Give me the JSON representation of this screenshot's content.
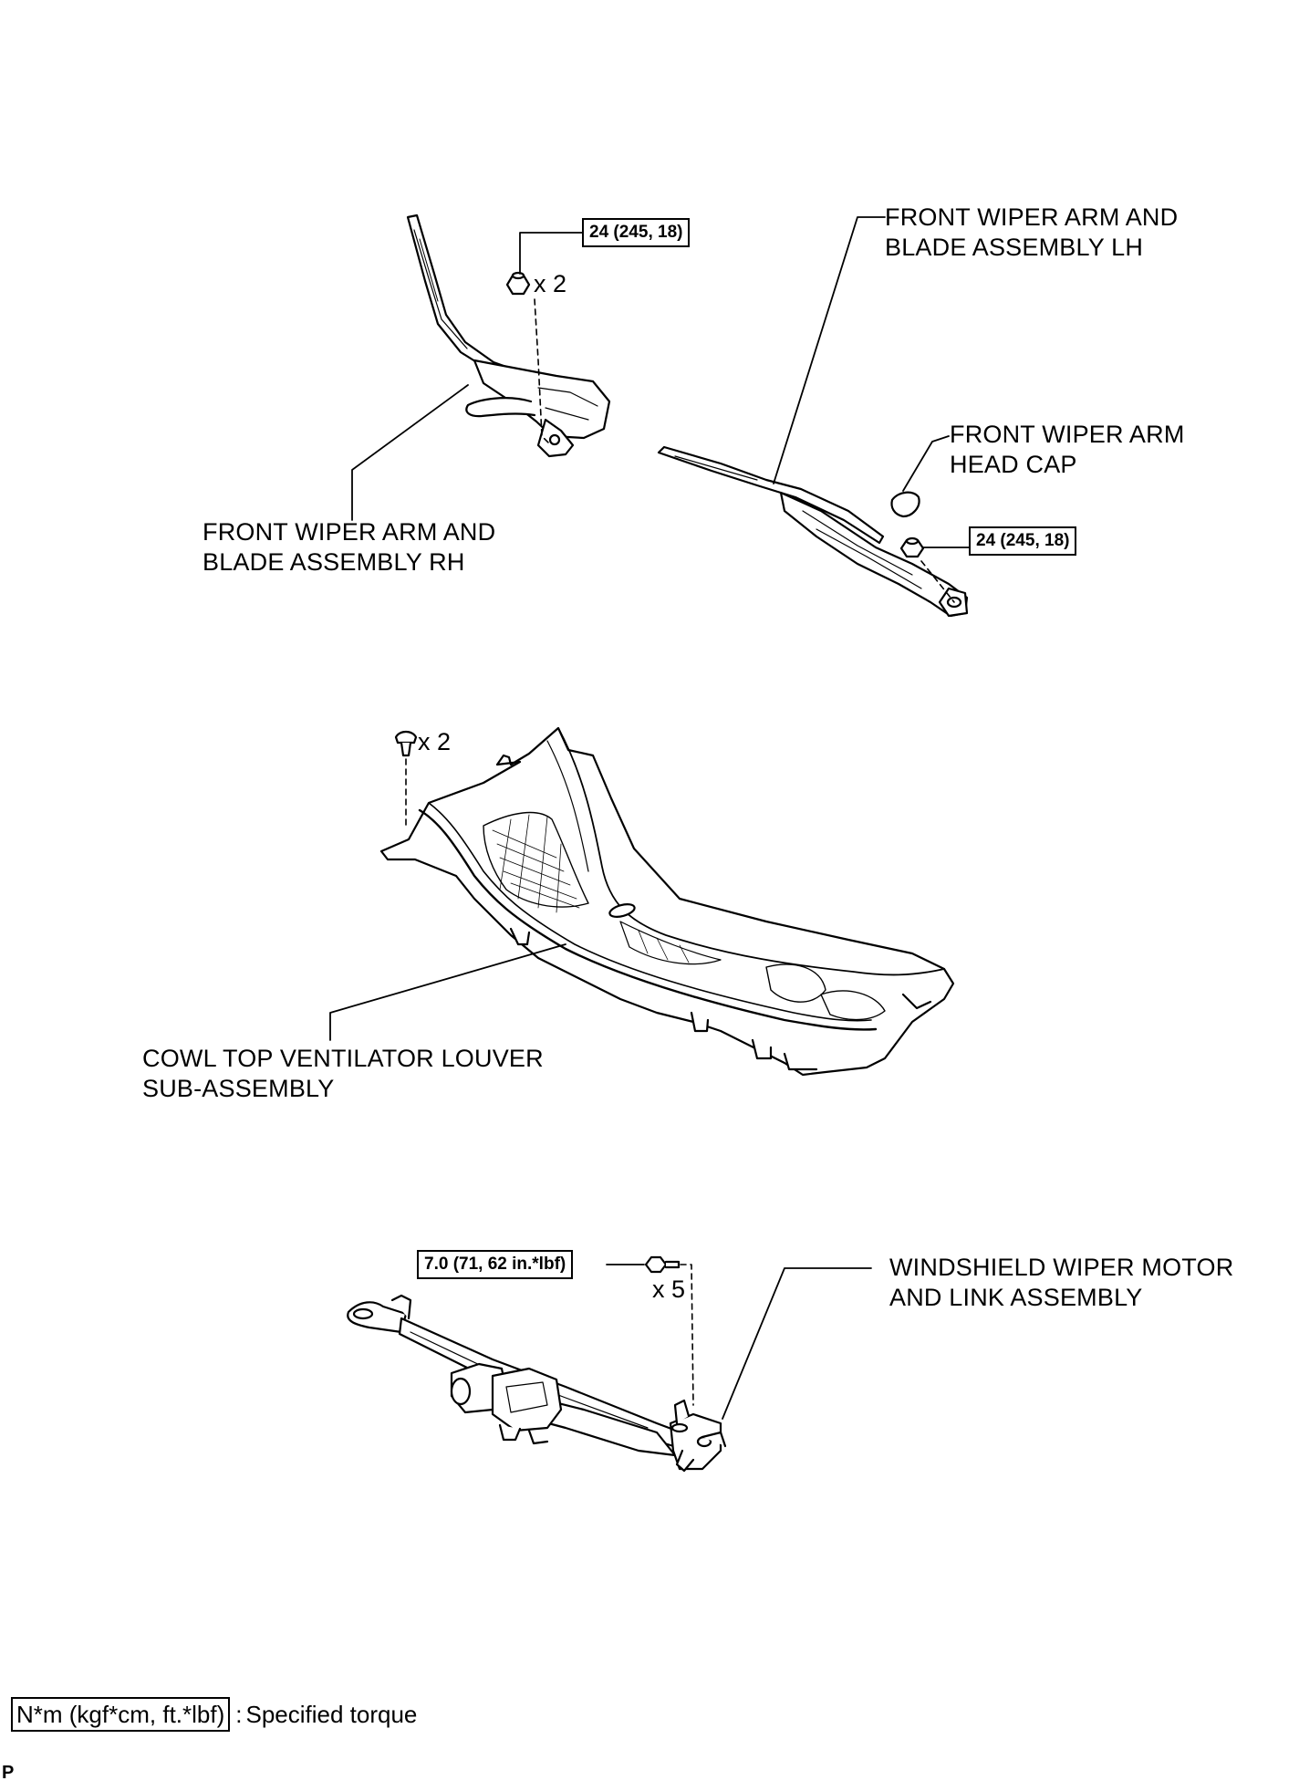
{
  "labels": {
    "wiper_lh_line1": "FRONT WIPER ARM AND",
    "wiper_lh_line2": "BLADE ASSEMBLY LH",
    "wiper_rh_line1": "FRONT WIPER ARM AND",
    "wiper_rh_line2": "BLADE ASSEMBLY RH",
    "head_cap_line1": "FRONT WIPER ARM",
    "head_cap_line2": "HEAD CAP",
    "cowl_line1": "COWL TOP VENTILATOR LOUVER",
    "cowl_line2": "SUB-ASSEMBLY",
    "motor_line1": "WINDSHIELD WIPER MOTOR",
    "motor_line2": "AND LINK ASSEMBLY"
  },
  "torques": {
    "rh_nut": "24 (245, 18)",
    "lh_nut": "24 (245, 18)",
    "motor_bolt": "7.0 (71, 62 in.*lbf)"
  },
  "quantities": {
    "rh_nut": "x 2",
    "cowl_clip": "x 2",
    "motor_bolt": "x 5"
  },
  "legend": {
    "unit_box": "N*m (kgf*cm, ft.*lbf)",
    "separator": ":",
    "description": "Specified torque"
  },
  "page_code": "P"
}
